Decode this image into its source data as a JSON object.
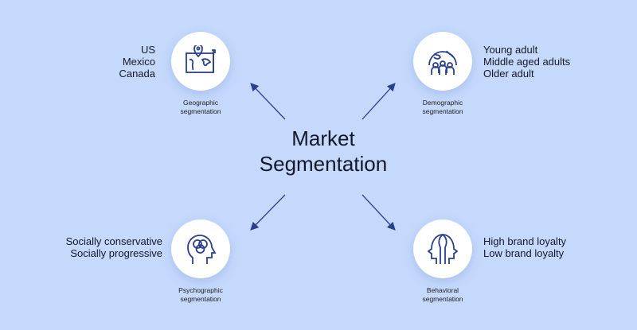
{
  "title_line1": "Market",
  "title_line2": "Segmentation",
  "colors": {
    "background": "#c4d9fc",
    "icon": "#2b3f8f",
    "arrow": "#2b3f8f"
  },
  "segments": {
    "geographic": {
      "caption1": "Geographic",
      "caption2": "segmentation",
      "items": [
        "US",
        "Mexico",
        "Canada"
      ],
      "icon": "map-pin-icon"
    },
    "demographic": {
      "caption1": "Demographic",
      "caption2": "segmentation",
      "items": [
        "Young adult",
        "Middle aged adults",
        "Older adult"
      ],
      "icon": "globe-people-icon"
    },
    "psychographic": {
      "caption1": "Psychographic",
      "caption2": "segmentation",
      "items": [
        "Socially conservative",
        "Socially progressive"
      ],
      "icon": "head-circles-icon"
    },
    "behavioral": {
      "caption1": "Behavioral",
      "caption2": "segmentation",
      "items": [
        "High brand loyalty",
        "Low brand loyalty"
      ],
      "icon": "two-heads-icon"
    }
  }
}
